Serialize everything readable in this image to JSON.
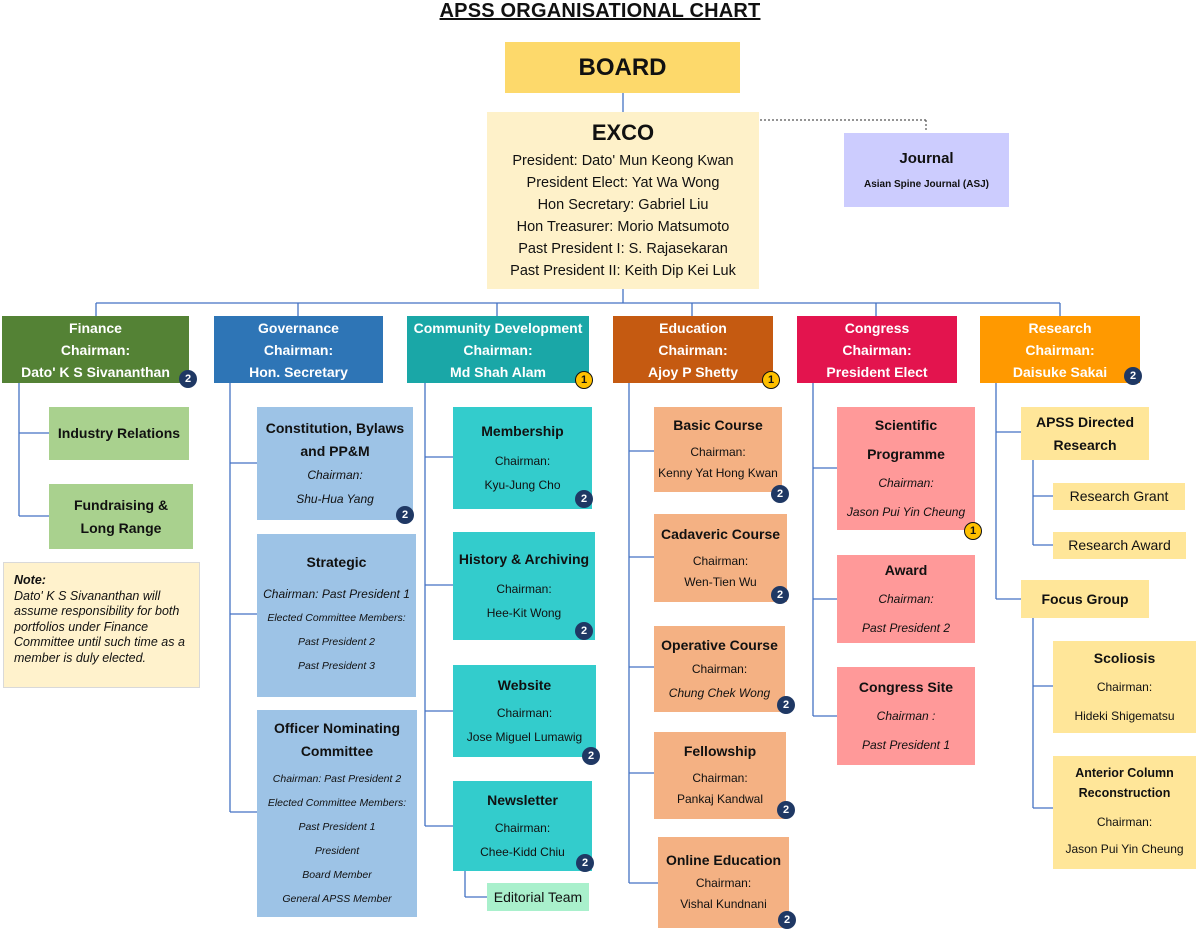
{
  "title": "APSS ORGANISATIONAL CHART",
  "colors": {
    "finance": "#548235",
    "governance": "#2e75b6",
    "community": "#1aa7a7",
    "education": "#c55a11",
    "congress": "#e3144e",
    "research": "#ff9900",
    "badge_two": "#1f3864",
    "badge_one": "#ffc000"
  },
  "board": "BOARD",
  "exco": {
    "title": "EXCO",
    "lines": [
      "President: Dato' Mun Keong Kwan",
      "President Elect: Yat Wa Wong",
      "Hon Secretary: Gabriel Liu",
      "Hon Treasurer: Morio Matsumoto",
      "Past President I: S. Rajasekaran",
      "Past President II: Keith Dip Kei Luk"
    ]
  },
  "journal": {
    "title": "Journal",
    "subtitle": "Asian Spine Journal (ASJ)"
  },
  "heads": {
    "finance": {
      "name": "Finance",
      "role": "Chairman:",
      "person": "Dato' K S Sivananthan",
      "badge": "2"
    },
    "governance": {
      "name": "Governance",
      "role": "Chairman:",
      "person": "Hon. Secretary"
    },
    "community": {
      "name": "Community Development",
      "role": "Chairman:",
      "person": "Md Shah Alam",
      "badge": "1"
    },
    "education": {
      "name": "Education",
      "role": "Chairman:",
      "person": "Ajoy P Shetty",
      "badge": "1"
    },
    "congress": {
      "name": "Congress",
      "role": "Chairman:",
      "person": "President Elect"
    },
    "research": {
      "name": "Research",
      "role": "Chairman:",
      "person": "Daisuke Sakai",
      "badge": "2"
    }
  },
  "finance_items": [
    "Industry Relations",
    "Fundraising & Long Range"
  ],
  "note": {
    "heading": "Note:",
    "text": "Dato' K S Sivananthan will assume responsibility for both portfolios under Finance Committee until such time as a member is duly elected."
  },
  "governance_items": {
    "constitution": {
      "title": "Constitution, Bylaws and PP&M",
      "role": "Chairman:",
      "person": "Shu-Hua Yang",
      "badge": "2"
    },
    "strategic": {
      "title": "Strategic",
      "lines": [
        "Chairman: Past President 1",
        "Elected Committee Members:",
        "Past President 2",
        "Past President 3"
      ]
    },
    "nominating": {
      "title": "Officer Nominating Committee",
      "lines": [
        "Chairman: Past President 2",
        "Elected Committee Members:",
        "Past President 1",
        "President",
        "Board Member",
        "General APSS Member"
      ]
    }
  },
  "community_items": {
    "membership": {
      "title": "Membership",
      "role": "Chairman:",
      "person": "Kyu-Jung Cho",
      "badge": "2"
    },
    "history": {
      "title": "History & Archiving",
      "role": "Chairman:",
      "person": "Hee-Kit Wong",
      "badge": "2"
    },
    "website": {
      "title": "Website",
      "role": "Chairman:",
      "person": "Jose Miguel Lumawig",
      "badge": "2"
    },
    "newsletter": {
      "title": "Newsletter",
      "role": "Chairman:",
      "person": "Chee-Kidd Chiu",
      "badge": "2"
    },
    "editorial": "Editorial Team"
  },
  "education_items": {
    "basic": {
      "title": "Basic Course",
      "role": "Chairman:",
      "person": "Kenny Yat Hong Kwan",
      "badge": "2"
    },
    "cadaveric": {
      "title": "Cadaveric Course",
      "role": "Chairman:",
      "person": "Wen-Tien Wu",
      "badge": "2"
    },
    "operative": {
      "title": "Operative Course",
      "role": "Chairman:",
      "person": "Chung Chek Wong",
      "badge": "2"
    },
    "fellowship": {
      "title": "Fellowship",
      "role": "Chairman:",
      "person": "Pankaj Kandwal",
      "badge": "2"
    },
    "online": {
      "title": "Online Education",
      "role": "Chairman:",
      "person": "Vishal Kundnani",
      "badge": "2"
    }
  },
  "congress_items": {
    "scientific": {
      "title1": "Scientific",
      "title2": "Programme",
      "role": "Chairman:",
      "person": "Jason Pui Yin Cheung",
      "badge": "1"
    },
    "award": {
      "title": "Award",
      "role": "Chairman:",
      "person": "Past President 2"
    },
    "site": {
      "title": "Congress Site",
      "role": "Chairman :",
      "person": "Past President 1"
    }
  },
  "research_items": {
    "directed": "APSS Directed Research",
    "grant": "Research Grant",
    "award": "Research Award",
    "focus": "Focus Group",
    "scoliosis": {
      "title": "Scoliosis",
      "role": "Chairman:",
      "person": "Hideki Shigematsu"
    },
    "anterior": {
      "title": "Anterior Column Reconstruction",
      "role": "Chairman:",
      "person": "Jason Pui Yin Cheung"
    }
  }
}
